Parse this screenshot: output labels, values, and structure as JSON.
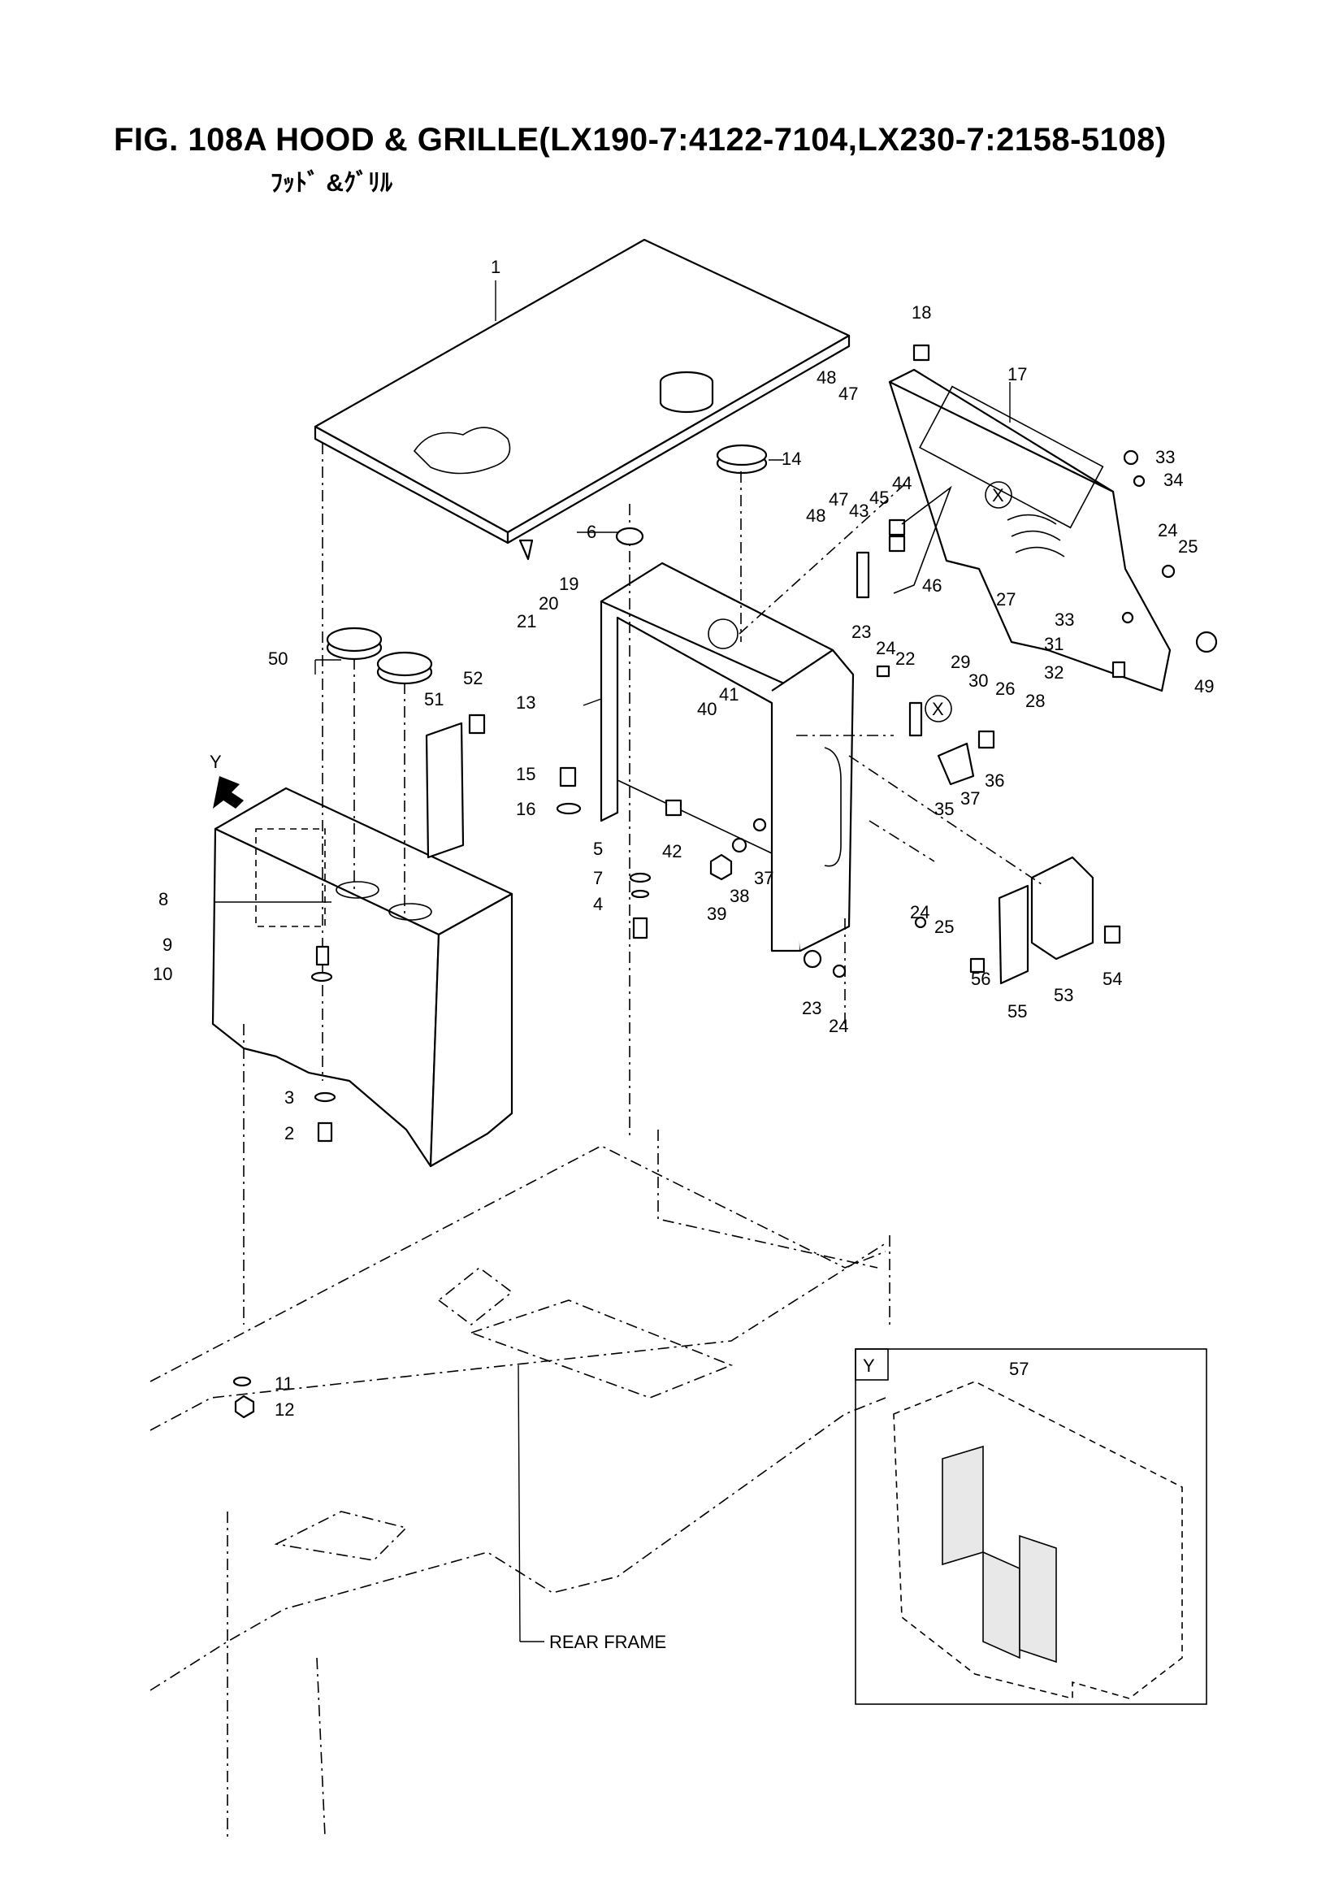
{
  "header": {
    "title": "FIG. 108A  HOOD & GRILLE(LX190-7:4122-7104,LX230-7:2158-5108)",
    "subtitle": "ﾌｯﾄﾞ &ｸﾞﾘﾙ"
  },
  "callouts": [
    {
      "num": "1"
    },
    {
      "num": "2"
    },
    {
      "num": "3"
    },
    {
      "num": "4"
    },
    {
      "num": "5"
    },
    {
      "num": "6"
    },
    {
      "num": "7"
    },
    {
      "num": "8"
    },
    {
      "num": "9"
    },
    {
      "num": "10"
    },
    {
      "num": "11"
    },
    {
      "num": "12"
    },
    {
      "num": "13"
    },
    {
      "num": "14"
    },
    {
      "num": "15"
    },
    {
      "num": "16"
    },
    {
      "num": "17"
    },
    {
      "num": "18"
    },
    {
      "num": "19"
    },
    {
      "num": "20"
    },
    {
      "num": "21"
    },
    {
      "num": "22"
    },
    {
      "num": "23"
    },
    {
      "num": "23"
    },
    {
      "num": "24"
    },
    {
      "num": "24"
    },
    {
      "num": "24"
    },
    {
      "num": "24"
    },
    {
      "num": "25"
    },
    {
      "num": "25"
    },
    {
      "num": "26"
    },
    {
      "num": "27"
    },
    {
      "num": "28"
    },
    {
      "num": "29"
    },
    {
      "num": "30"
    },
    {
      "num": "31"
    },
    {
      "num": "32"
    },
    {
      "num": "33"
    },
    {
      "num": "33"
    },
    {
      "num": "34"
    },
    {
      "num": "35"
    },
    {
      "num": "36"
    },
    {
      "num": "37"
    },
    {
      "num": "37"
    },
    {
      "num": "38"
    },
    {
      "num": "39"
    },
    {
      "num": "40"
    },
    {
      "num": "41"
    },
    {
      "num": "42"
    },
    {
      "num": "43"
    },
    {
      "num": "44"
    },
    {
      "num": "45"
    },
    {
      "num": "46"
    },
    {
      "num": "47"
    },
    {
      "num": "47"
    },
    {
      "num": "48"
    },
    {
      "num": "48"
    },
    {
      "num": "49"
    },
    {
      "num": "50"
    },
    {
      "num": "51"
    },
    {
      "num": "52"
    },
    {
      "num": "53"
    },
    {
      "num": "54"
    },
    {
      "num": "55"
    },
    {
      "num": "56"
    },
    {
      "num": "57"
    }
  ],
  "markers": {
    "x_mark": "X",
    "view_y_arrow": "Y",
    "view_y_box": "Y"
  },
  "labels": {
    "rear_frame": "REAR FRAME"
  }
}
